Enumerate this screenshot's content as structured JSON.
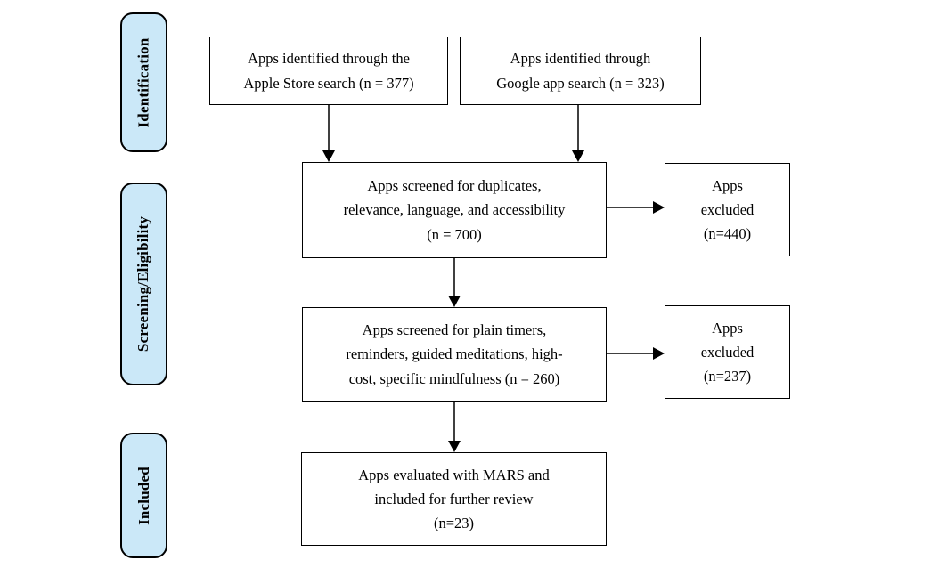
{
  "palette": {
    "stage_fill": "#cbe8f8",
    "line_color": "#000000",
    "background": "#ffffff"
  },
  "stages": [
    {
      "label": "Identification"
    },
    {
      "label": "Screening/Eligibility"
    },
    {
      "label": "Included"
    }
  ],
  "flow": {
    "apple_box": "Apps identified through the\nApple Store search (n = 377)",
    "google_box": "Apps identified through\nGoogle app search (n = 323)",
    "screening_box": "Apps screened for duplicates,\nrelevance, language, and accessibility\n(n = 700)",
    "excluded_1_box": "Apps\nexcluded\n(n=440)",
    "eligibility_box": "Apps screened for plain timers,\nreminders, guided meditations, high-\ncost, specific mindfulness (n = 260)",
    "excluded_2_box": "Apps\nexcluded\n(n=237)",
    "included_box": "Apps evaluated with MARS and\nincluded for further review\n(n=23)"
  },
  "counts": {
    "apple_identified": 377,
    "google_identified": 323,
    "screened_total": 700,
    "excluded_first": 440,
    "screened_second": 260,
    "excluded_second": 237,
    "included_final": 23
  }
}
